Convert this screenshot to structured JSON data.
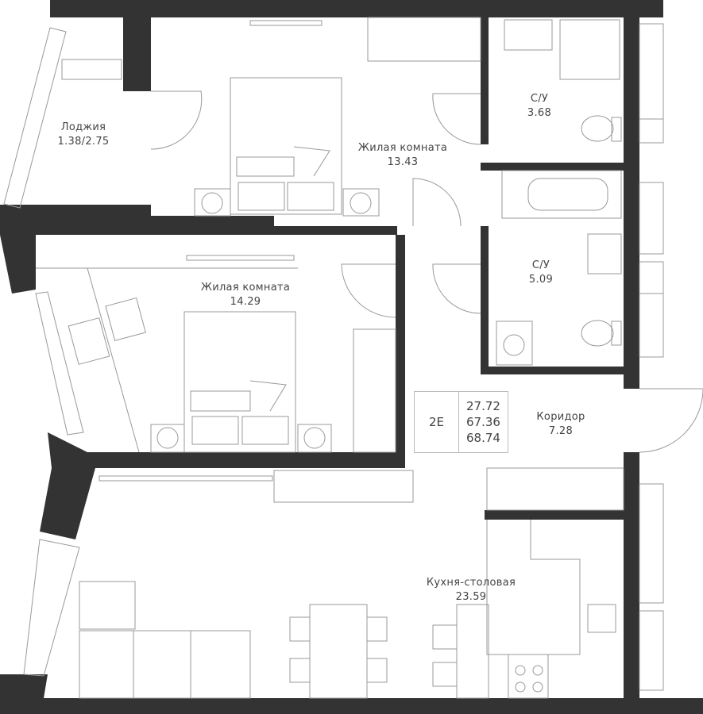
{
  "colors": {
    "wall": "#333333",
    "line": "#999999",
    "text": "#444444"
  },
  "rooms": [
    {
      "name": "Лоджия",
      "area": "1.38/2.75"
    },
    {
      "name": "Жилая комната",
      "area": "13.43"
    },
    {
      "name": "С/У",
      "area": "3.68"
    },
    {
      "name": "С/У",
      "area": "5.09"
    },
    {
      "name": "Жилая комната",
      "area": "14.29"
    },
    {
      "name": "Коридор",
      "area": "7.28"
    },
    {
      "name": "Кухня-столовая",
      "area": "23.59"
    }
  ],
  "summary": {
    "type": "2Е",
    "living_area": "27.72",
    "total_area": "67.36",
    "total_with_loggia": "68.74"
  }
}
